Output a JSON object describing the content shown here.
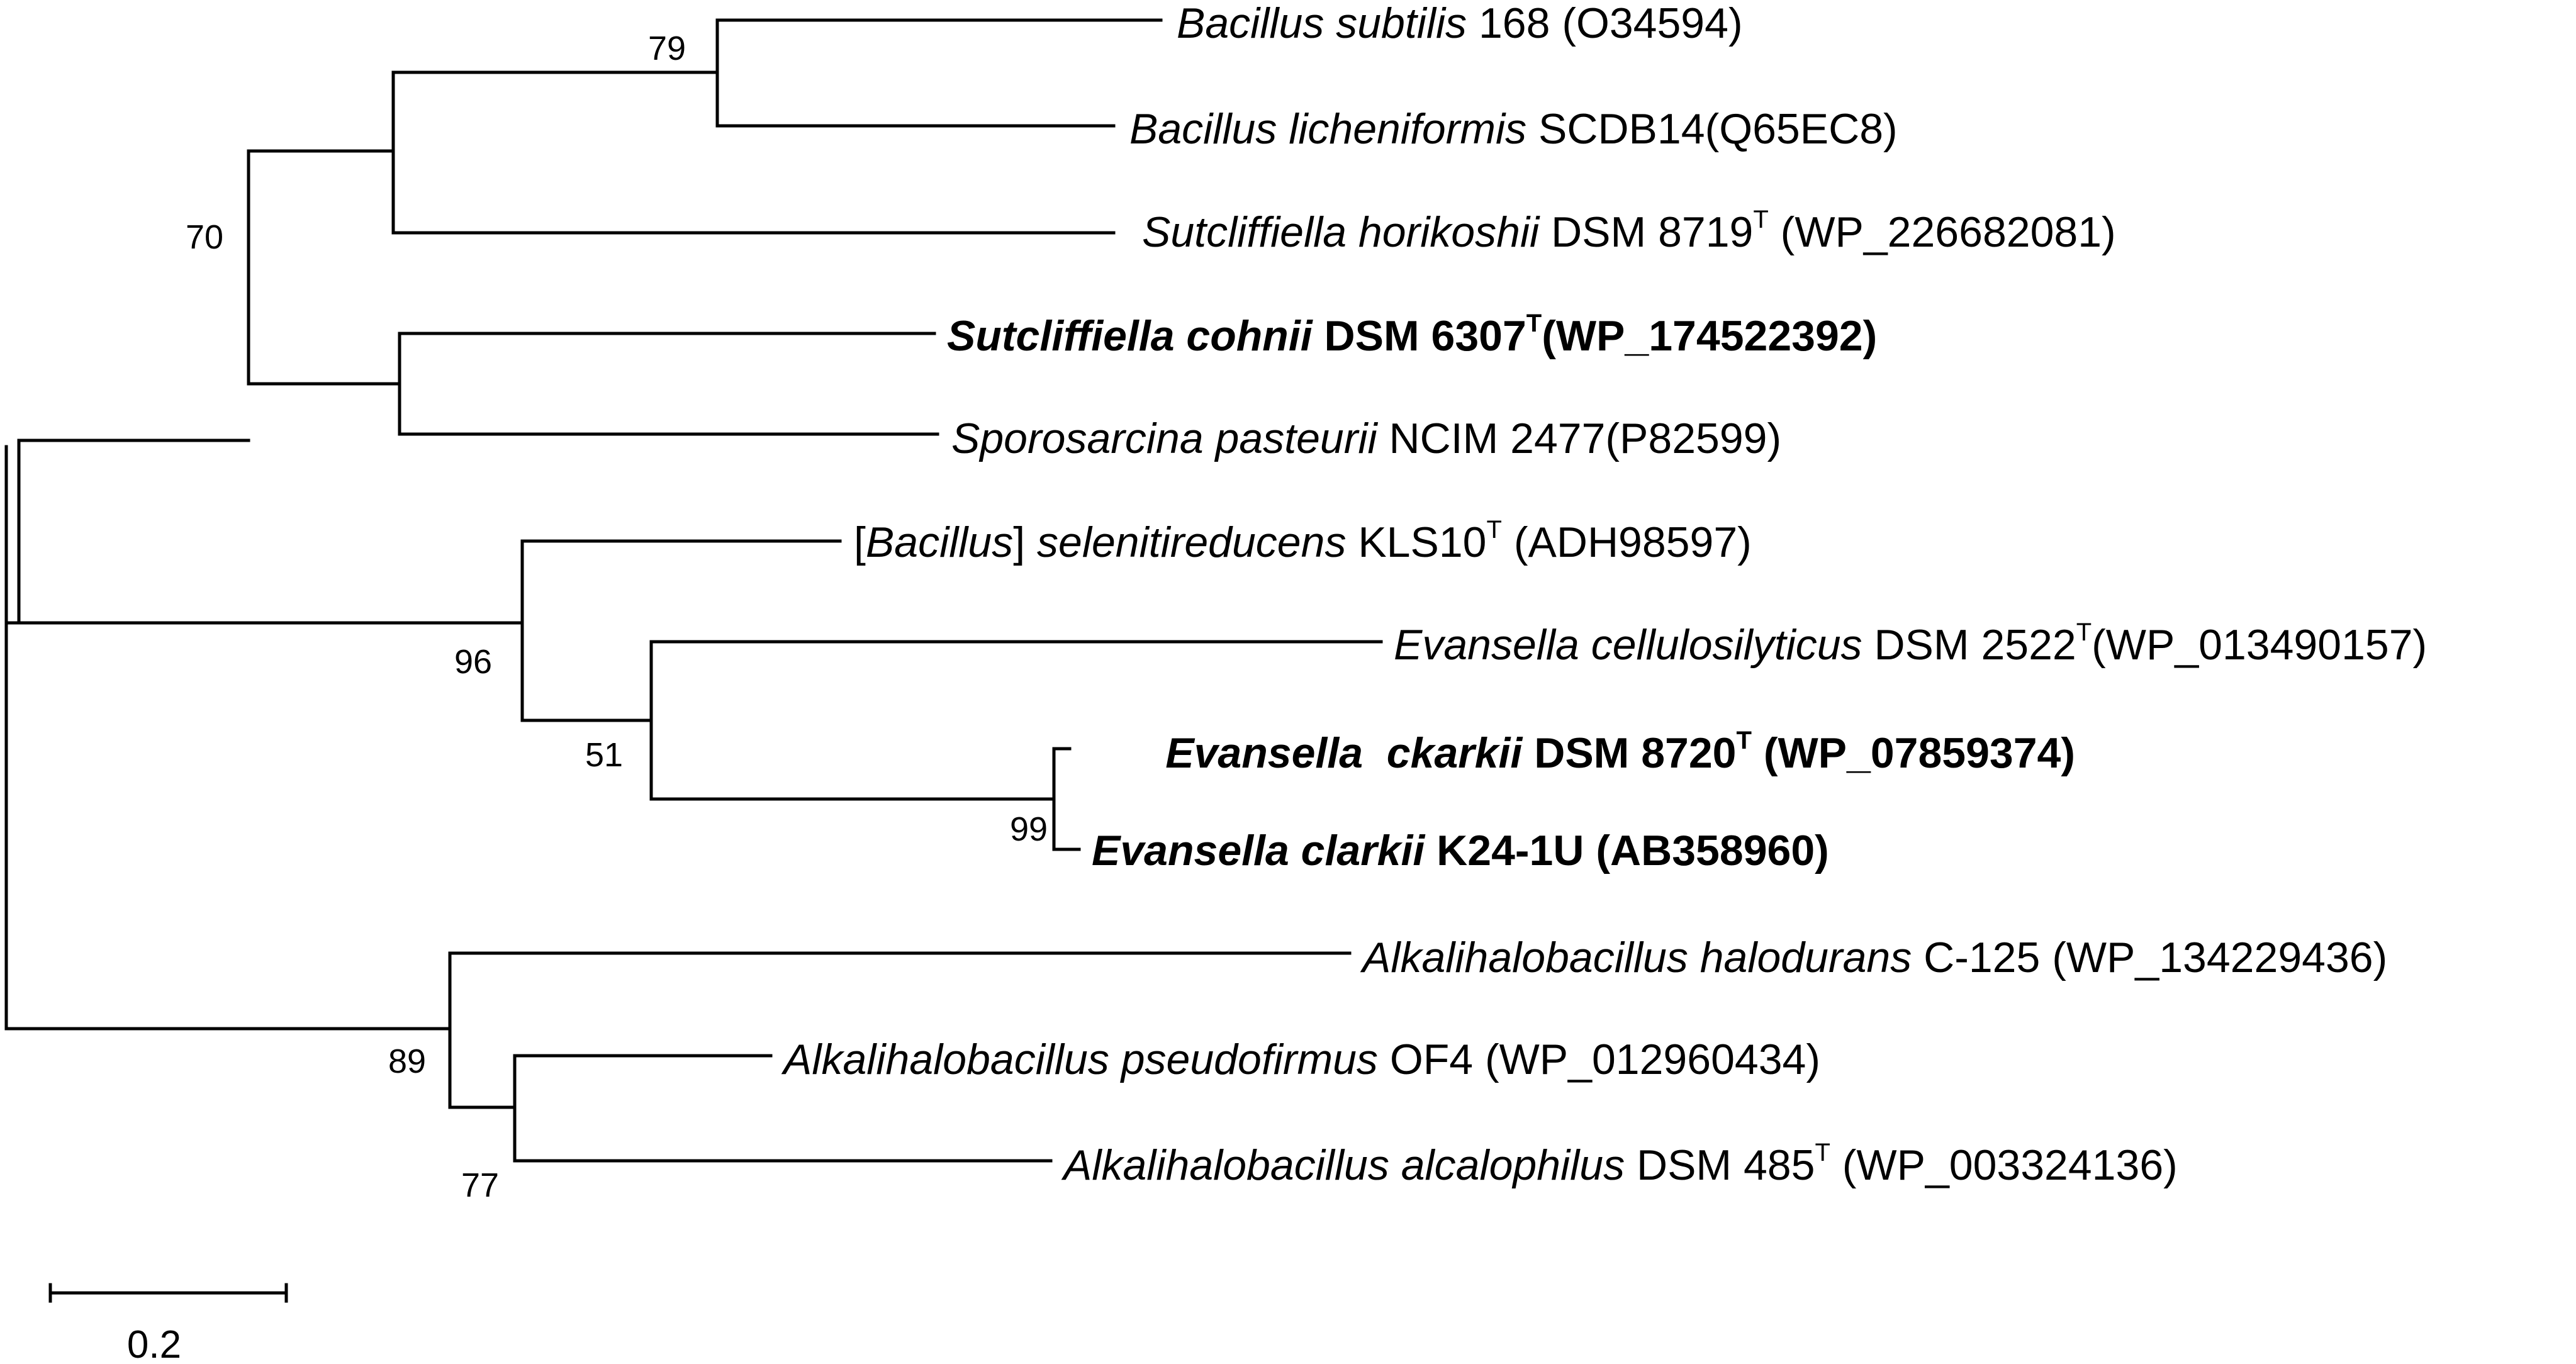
{
  "tree": {
    "taxa": [
      {
        "species": "Bacillus subtilis",
        "strain": " 168",
        "type_strain": false,
        "accession": " (O34594)",
        "bold": false
      },
      {
        "species": "Bacillus licheniformis",
        "strain": " SCDB14",
        "type_strain": false,
        "accession": "(Q65EC8)",
        "bold": false
      },
      {
        "species": "Sutcliffiella horikoshii",
        "strain": " DSM 8719",
        "type_strain": true,
        "accession": " (WP_226682081)",
        "bold": false
      },
      {
        "species": "Sutcliffiella cohnii",
        "strain": " DSM 6307",
        "type_strain": true,
        "accession": "(WP_174522392)",
        "bold": true
      },
      {
        "species": "Sporosarcina pasteurii",
        "strain": " NCIM 2477",
        "type_strain": false,
        "accession": "(P82599)",
        "bold": false
      },
      {
        "prefix": "[",
        "species": "Bacillus",
        "suffix": "] ",
        "epithet": "selenitireducens",
        "strain": " KLS10",
        "type_strain": true,
        "accession": " (ADH98597)",
        "bold": false
      },
      {
        "species": "Evansella cellulosilyticus",
        "strain": " DSM 2522",
        "type_strain": true,
        "accession": "(WP_013490157)",
        "bold": false
      },
      {
        "species": "Evansella  ckarkii",
        "strain": " DSM 8720",
        "type_strain": true,
        "accession": " (WP_07859374)",
        "bold": true
      },
      {
        "species": "Evansella clarkii",
        "strain": " K24-1U",
        "type_strain": false,
        "accession": " (AB358960)",
        "bold": true
      },
      {
        "species": "Alkalihalobacillus halodurans",
        "strain": " C-125",
        "type_strain": false,
        "accession": " (WP_134229436)",
        "bold": false
      },
      {
        "species": "Alkalihalobacillus pseudofirmus",
        "strain": " OF4",
        "type_strain": false,
        "accession": " (WP_012960434)",
        "bold": false
      },
      {
        "species": "Alkalihalobacillus alcalophilus",
        "strain": " DSM 485",
        "type_strain": true,
        "accession": " (WP_003324136)",
        "bold": false
      }
    ],
    "type_strain_mark": "T",
    "bootstrap": [
      "79",
      "70",
      "96",
      "51",
      "99",
      "89",
      "77"
    ],
    "scale_bar": {
      "label": "0.2",
      "value": 0.2
    }
  }
}
